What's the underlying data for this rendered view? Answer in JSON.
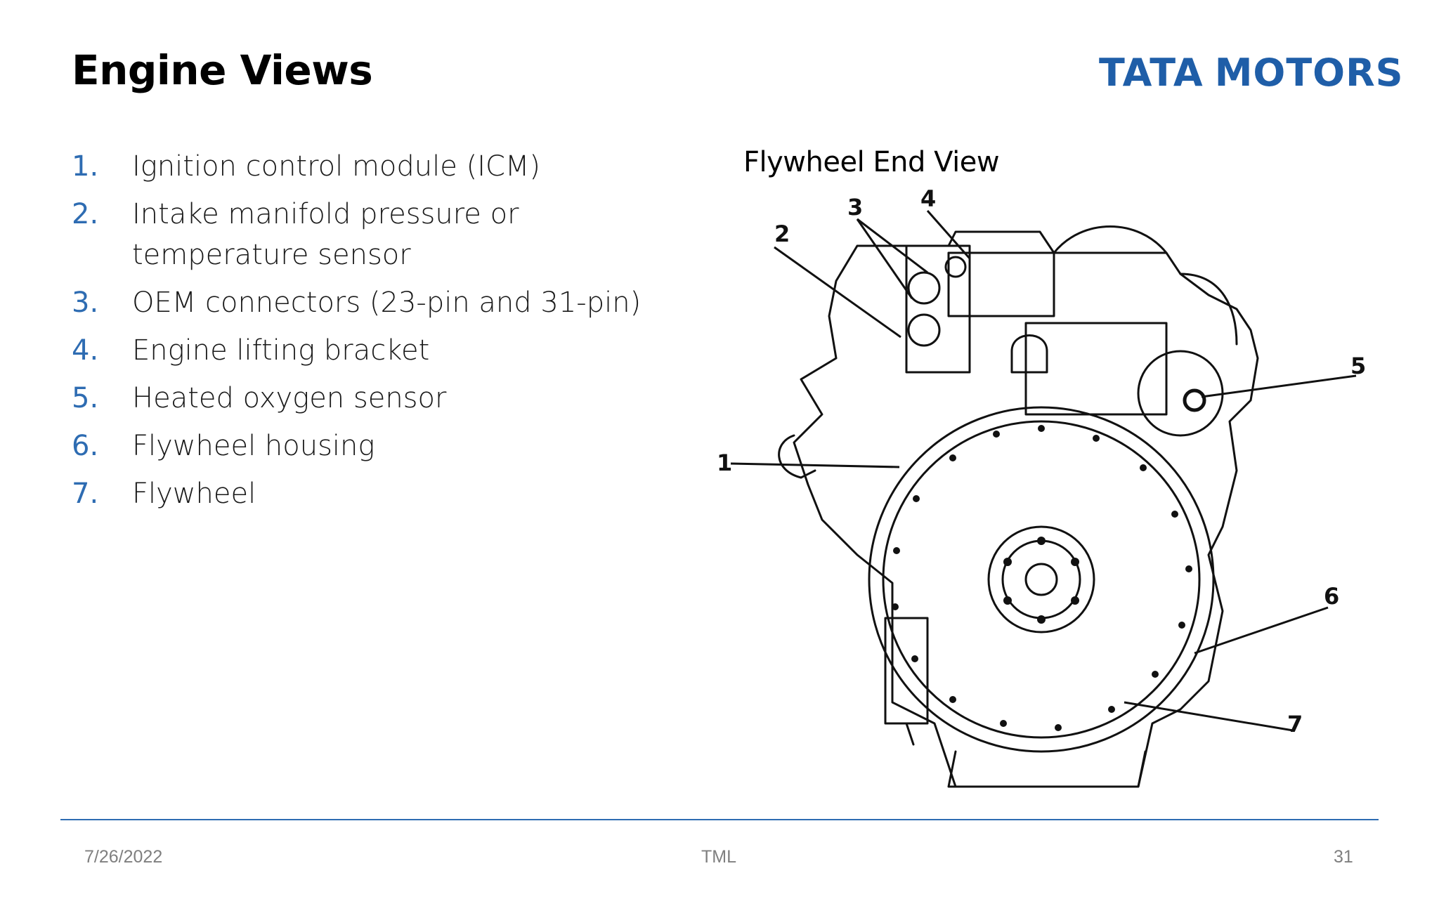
{
  "slide": {
    "title": "Engine Views",
    "logo": {
      "word1": "TATA",
      "word2": "MOTORS",
      "color": "#1f5ea8"
    },
    "items": [
      {
        "num": "1.",
        "text": "Ignition control module (ICM)"
      },
      {
        "num": "2.",
        "text": "Intake manifold pressure or temperature sensor"
      },
      {
        "num": "3.",
        "text": "OEM connectors (23-pin  and 31-pin)"
      },
      {
        "num": "4.",
        "text": "Engine lifting bracket"
      },
      {
        "num": "5.",
        "text": "Heated oxygen sensor"
      },
      {
        "num": "6.",
        "text": "Flywheel housing"
      },
      {
        "num": "7.",
        "text": "Flywheel"
      }
    ],
    "figure": {
      "title": "Flywheel End View",
      "callouts": [
        "1",
        "2",
        "3",
        "4",
        "5",
        "6",
        "7"
      ]
    },
    "footer": {
      "date": "7/26/2022",
      "center": "TML",
      "page": "31"
    },
    "colors": {
      "accent": "#2e6cb2",
      "footer_text": "#7f7f7f"
    }
  }
}
